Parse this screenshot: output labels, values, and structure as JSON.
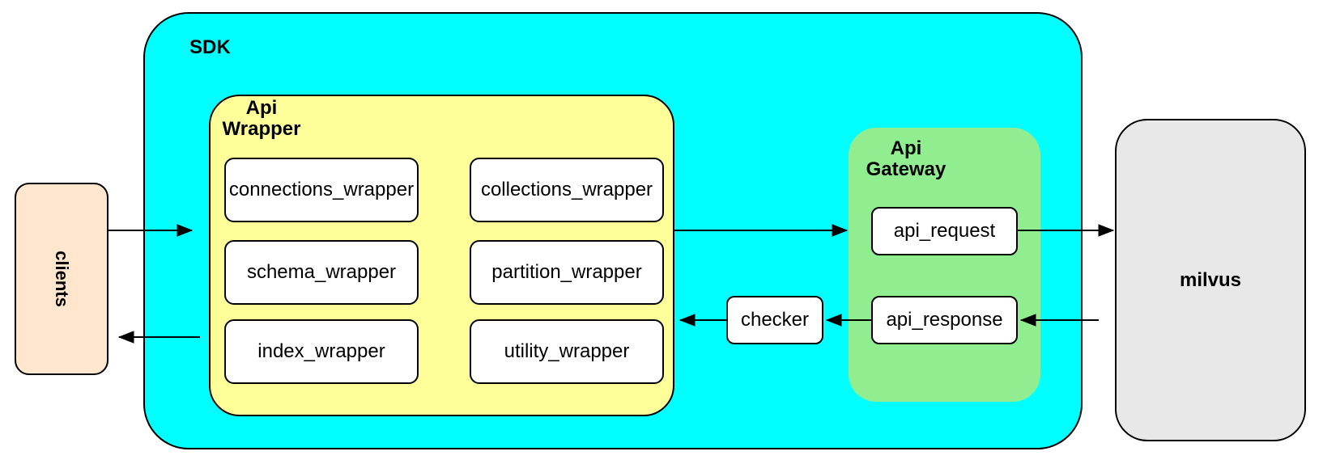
{
  "clients": {
    "label": "clients"
  },
  "sdk": {
    "label": "SDK"
  },
  "api_wrapper": {
    "title_line1": "Api",
    "title_line2": "Wrapper",
    "boxes": [
      "connections_wrapper",
      "collections_wrapper",
      "schema_wrapper",
      "partition_wrapper",
      "index_wrapper",
      "utility_wrapper"
    ]
  },
  "checker": {
    "label": "checker"
  },
  "api_gateway": {
    "title_line1": "Api",
    "title_line2": "Gateway",
    "request_label": "api_request",
    "response_label": "api_response"
  },
  "milvus": {
    "label": "milvus"
  },
  "colors": {
    "sdk_fill": "#00ffff",
    "api_wrapper_fill": "#ffff99",
    "api_gateway_fill": "#90ee90",
    "clients_fill": "#ffe6cc",
    "milvus_fill": "#e8e8e8",
    "box_fill": "#ffffff",
    "stroke": "#000000"
  }
}
